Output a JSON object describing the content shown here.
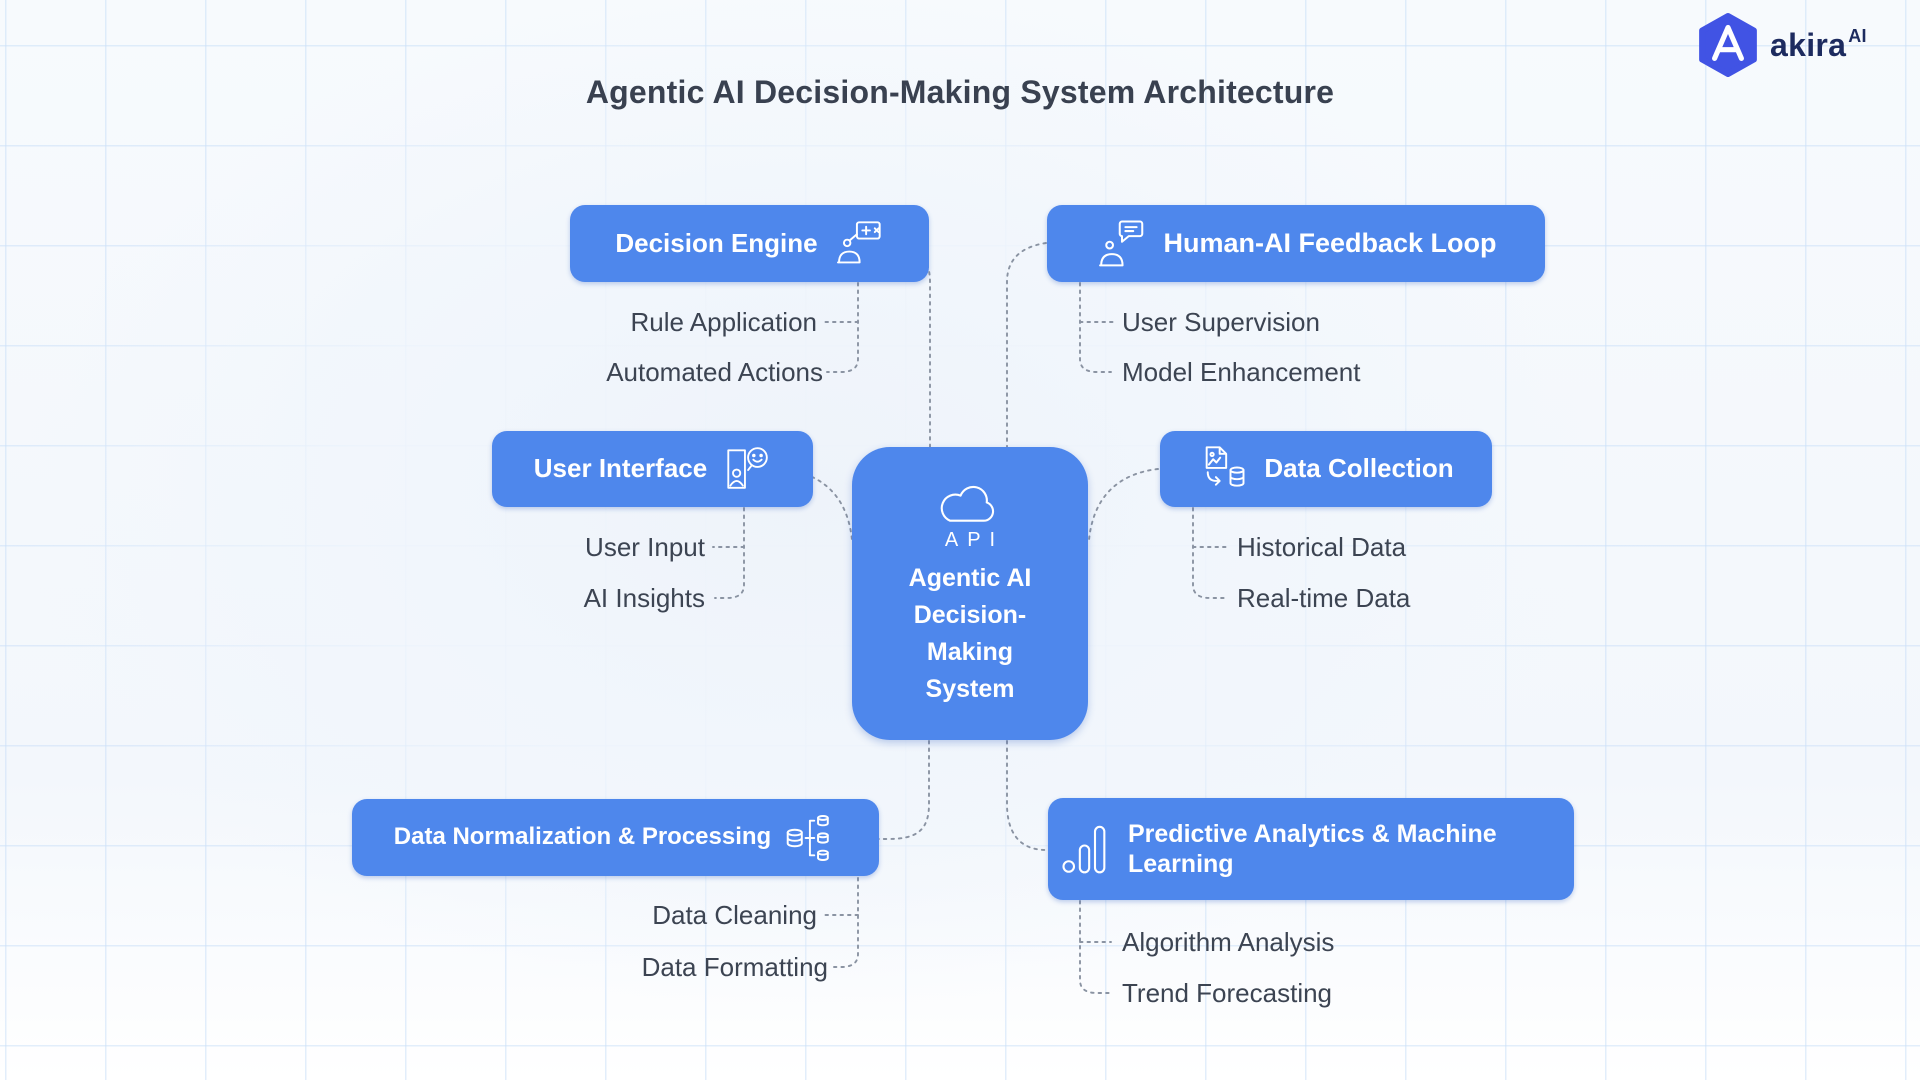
{
  "page": {
    "title": "Agentic AI Decision-Making System Architecture"
  },
  "logo": {
    "brand": "akira",
    "superscript": "AI"
  },
  "central": {
    "icon": "cloud-api-icon",
    "icon_label": "API",
    "lines": [
      "Agentic AI",
      "Decision-",
      "Making",
      "System"
    ]
  },
  "nodes": [
    {
      "id": "decision-engine",
      "label": "Decision Engine",
      "icon": "robot-board-icon",
      "children": [
        "Rule Application",
        "Automated Actions"
      ]
    },
    {
      "id": "human-ai-feedback-loop",
      "label": "Human-AI Feedback Loop",
      "icon": "robot-chat-icon",
      "children": [
        "User Supervision",
        "Model Enhancement"
      ]
    },
    {
      "id": "user-interface",
      "label": "User Interface",
      "icon": "phone-user-icon",
      "children": [
        "User Input",
        "AI Insights"
      ]
    },
    {
      "id": "data-collection",
      "label": "Data Collection",
      "icon": "file-database-icon",
      "children": [
        "Historical Data",
        "Real-time Data"
      ]
    },
    {
      "id": "data-normalization-processing",
      "label": "Data Normalization & Processing",
      "icon": "database-split-icon",
      "children": [
        "Data Cleaning",
        "Data Formatting"
      ]
    },
    {
      "id": "predictive-analytics-ml",
      "label": "Predictive Analytics & Machine Learning",
      "icon": "analytics-bars-icon",
      "children": [
        "Algorithm Analysis",
        "Trend Forecasting"
      ]
    }
  ],
  "colors": {
    "node_blue": "#4e87ec",
    "title_text": "#394150",
    "subitem_text": "#3c4452",
    "connector_gray": "#8a93a2",
    "logo_navy": "#1d2b5f",
    "logo_hex_blue": "#4153e4",
    "grid_line": "#cbe0f8"
  }
}
